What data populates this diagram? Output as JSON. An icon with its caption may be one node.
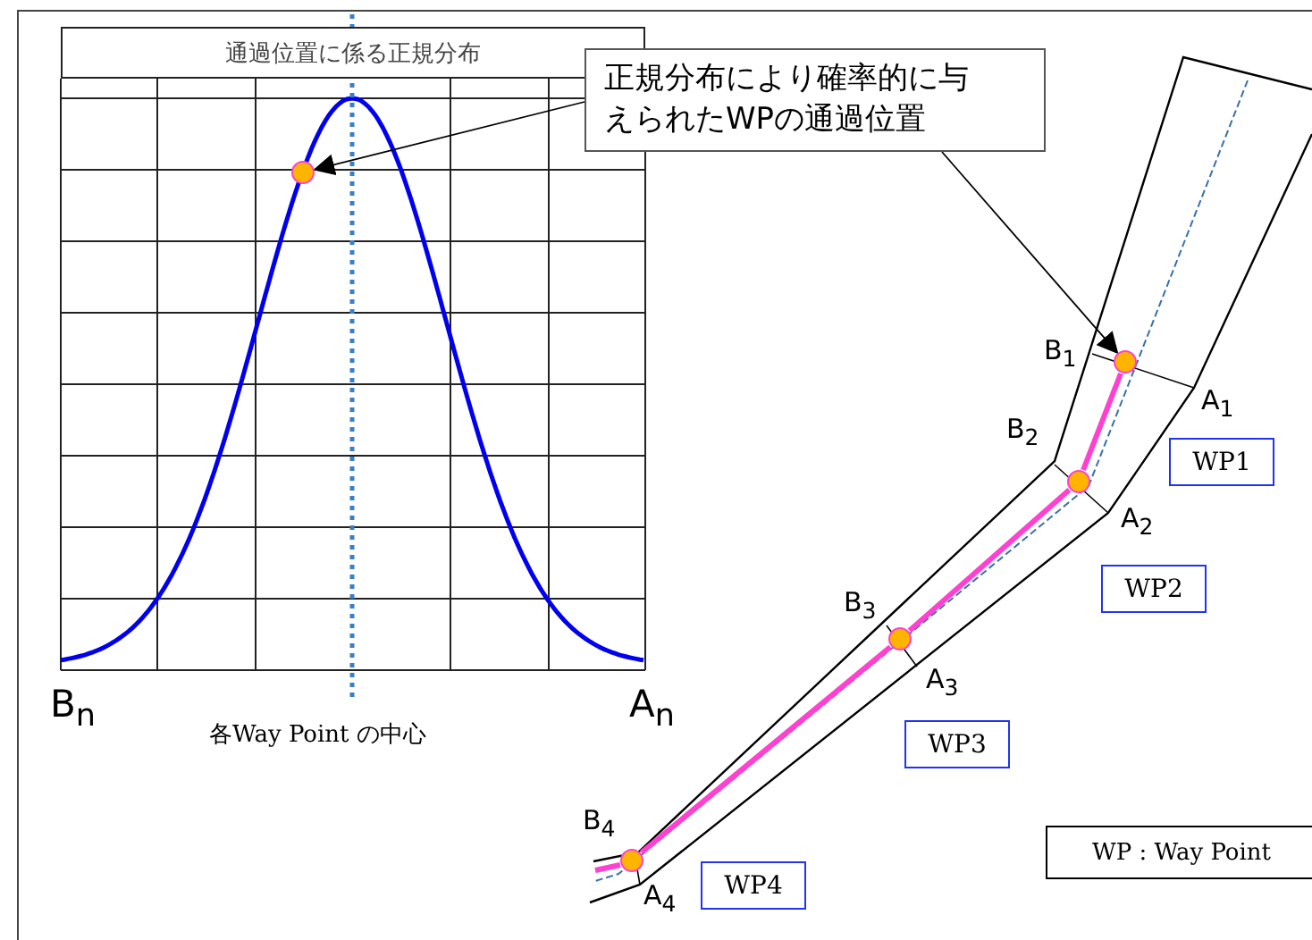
{
  "diagram": {
    "nodes": [
      {
        "text": [
          "通過位置に係る正規分布"
        ]
      },
      {
        "text": [
          "正規分布により確率的に与えられたWPの通過位置"
        ]
      },
      {
        "text": [],
        "shape": "circle"
      },
      {
        "text": [],
        "shape": "circle"
      },
      {
        "text": [
          "WP1"
        ]
      },
      {
        "text": [],
        "shape": "circle"
      },
      {
        "text": [
          "WP2"
        ]
      },
      {
        "text": [],
        "shape": "circle"
      },
      {
        "text": [
          "WP3"
        ]
      },
      {
        "text": [],
        "shape": "circle"
      },
      {
        "text": [
          "WP4"
        ]
      },
      {
        "text": [
          "WP : Way Point"
        ]
      }
    ],
    "edges": [
      {
        "from": 1,
        "to": 2,
        "arrow": "to",
        "color": "#000000"
      },
      {
        "from": 1,
        "to": 3,
        "arrow": "to",
        "color": "#000000"
      },
      {
        "from": 3,
        "to": 5,
        "arrow": "none",
        "color": "#ff40d0"
      },
      {
        "from": 5,
        "to": 7,
        "arrow": "none",
        "color": "#ff40d0"
      },
      {
        "from": 7,
        "to": 9,
        "arrow": "none",
        "color": "#ff40d0"
      }
    ],
    "labels": [
      "B$_{1}$",
      "A$_{1}$",
      "B$_{2}$",
      "A$_{2}$",
      "B$_{3}$",
      "A$_{3}$",
      "B$_{4}$",
      "A$_{4}$",
      "B$_{n}$",
      "A$_{n}$",
      "各Way Point の中心"
    ]
  }
}
